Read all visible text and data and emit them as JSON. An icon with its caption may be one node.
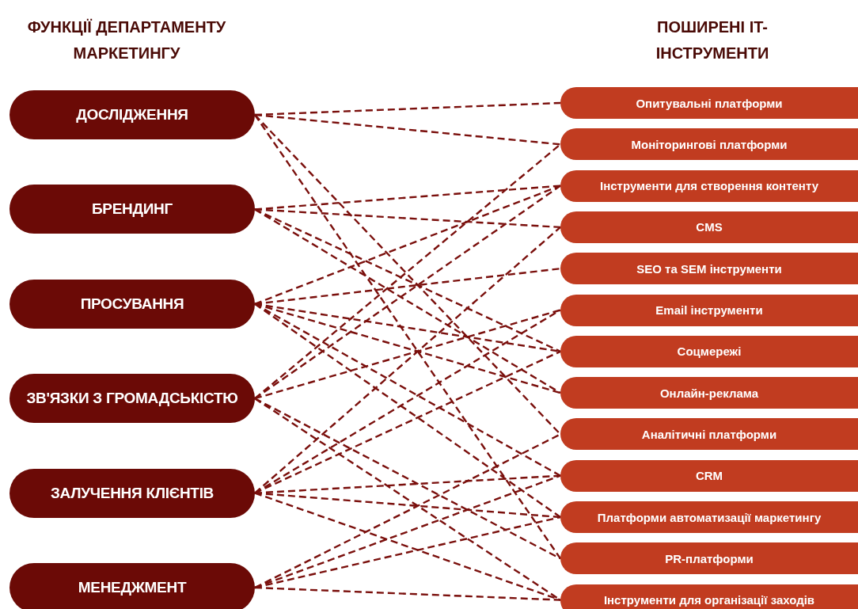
{
  "diagram": {
    "nodes": [
      {
        "text": [
          "ДОСЛІДЖЕННЯ"
        ]
      },
      {
        "text": [
          "БРЕНДИНГ"
        ]
      },
      {
        "text": [
          "ПРОСУВАННЯ"
        ]
      },
      {
        "text": [
          "ЗВ'ЯЗКИ З ГРОМАДСЬКІСТЮ"
        ]
      },
      {
        "text": [
          "ЗАЛУЧЕННЯ КЛІЄНТІВ"
        ]
      },
      {
        "text": [
          "МЕНЕДЖМЕНТ"
        ]
      },
      {
        "text": [
          "Опитувальні платформи"
        ]
      },
      {
        "text": [
          "Моніторингові платформи"
        ]
      },
      {
        "text": [
          "Інструменти для створення контенту"
        ]
      },
      {
        "text": [
          "CMS"
        ]
      },
      {
        "text": [
          "SEO та SEM інструменти"
        ]
      },
      {
        "text": [
          "Email інструменти"
        ]
      },
      {
        "text": [
          "Соцмережі"
        ]
      },
      {
        "text": [
          "Онлайн-реклама"
        ]
      },
      {
        "text": [
          "Аналітичні платформи"
        ]
      },
      {
        "text": [
          "CRM"
        ]
      },
      {
        "text": [
          "Платформи автоматизації маркетингу"
        ]
      },
      {
        "text": [
          "PR-платформи"
        ]
      },
      {
        "text": [
          "Інструменти для організації заходів"
        ]
      }
    ],
    "edges": [
      {
        "from": 0,
        "to": 6,
        "arrow": "none",
        "style": "dashed"
      },
      {
        "from": 0,
        "to": 7,
        "arrow": "none",
        "style": "dashed"
      },
      {
        "from": 0,
        "to": 14,
        "arrow": "none",
        "style": "dashed"
      },
      {
        "from": 0,
        "to": 17,
        "arrow": "none",
        "style": "dashed"
      },
      {
        "from": 1,
        "to": 8,
        "arrow": "none",
        "style": "dashed"
      },
      {
        "from": 1,
        "to": 9,
        "arrow": "none",
        "style": "dashed"
      },
      {
        "from": 1,
        "to": 12,
        "arrow": "none",
        "style": "dashed"
      },
      {
        "from": 1,
        "to": 13,
        "arrow": "none",
        "style": "dashed"
      },
      {
        "from": 2,
        "to": 8,
        "arrow": "none",
        "style": "dashed"
      },
      {
        "from": 2,
        "to": 10,
        "arrow": "none",
        "style": "dashed"
      },
      {
        "from": 2,
        "to": 12,
        "arrow": "none",
        "style": "dashed"
      },
      {
        "from": 2,
        "to": 13,
        "arrow": "none",
        "style": "dashed"
      },
      {
        "from": 2,
        "to": 15,
        "arrow": "none",
        "style": "dashed"
      },
      {
        "from": 2,
        "to": 16,
        "arrow": "none",
        "style": "dashed"
      },
      {
        "from": 3,
        "to": 7,
        "arrow": "none",
        "style": "dashed"
      },
      {
        "from": 3,
        "to": 8,
        "arrow": "none",
        "style": "dashed"
      },
      {
        "from": 3,
        "to": 11,
        "arrow": "none",
        "style": "dashed"
      },
      {
        "from": 3,
        "to": 17,
        "arrow": "none",
        "style": "dashed"
      },
      {
        "from": 3,
        "to": 18,
        "arrow": "none",
        "style": "dashed"
      },
      {
        "from": 4,
        "to": 9,
        "arrow": "none",
        "style": "dashed"
      },
      {
        "from": 4,
        "to": 11,
        "arrow": "none",
        "style": "dashed"
      },
      {
        "from": 4,
        "to": 12,
        "arrow": "none",
        "style": "dashed"
      },
      {
        "from": 4,
        "to": 15,
        "arrow": "none",
        "style": "dashed"
      },
      {
        "from": 4,
        "to": 16,
        "arrow": "none",
        "style": "dashed"
      },
      {
        "from": 4,
        "to": 18,
        "arrow": "none",
        "style": "dashed"
      },
      {
        "from": 5,
        "to": 14,
        "arrow": "none",
        "style": "dashed"
      },
      {
        "from": 5,
        "to": 15,
        "arrow": "none",
        "style": "dashed"
      },
      {
        "from": 5,
        "to": 16,
        "arrow": "none",
        "style": "dashed"
      },
      {
        "from": 5,
        "to": 18,
        "arrow": "none",
        "style": "dashed"
      }
    ],
    "labels": [
      "ФУНКЦІЇ ДЕПАРТАМЕНТУ МАРКЕТИНГУ",
      "ПОШИРЕНІ IT-ІНСТРУМЕНТИ"
    ]
  }
}
